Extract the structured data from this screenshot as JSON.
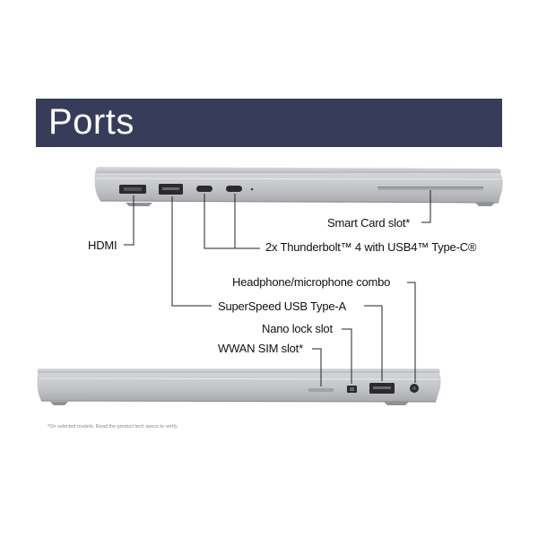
{
  "banner": {
    "title": "Ports"
  },
  "labels": {
    "smart_card": "Smart Card slot*",
    "hdmi": "HDMI",
    "thunderbolt": "2x Thunderbolt™ 4 with USB4™ Type-C®",
    "headphone": "Headphone/microphone combo",
    "usb_a": "SuperSpeed USB Type-A",
    "nano_lock": "Nano lock slot",
    "wwan_sim": "WWAN SIM slot*"
  },
  "footnote": "*On selected models. Read the product tech specs to verify.",
  "colors": {
    "banner": "#363c59",
    "laptop_body": "#c9cacc",
    "leader_line": "#222222"
  }
}
